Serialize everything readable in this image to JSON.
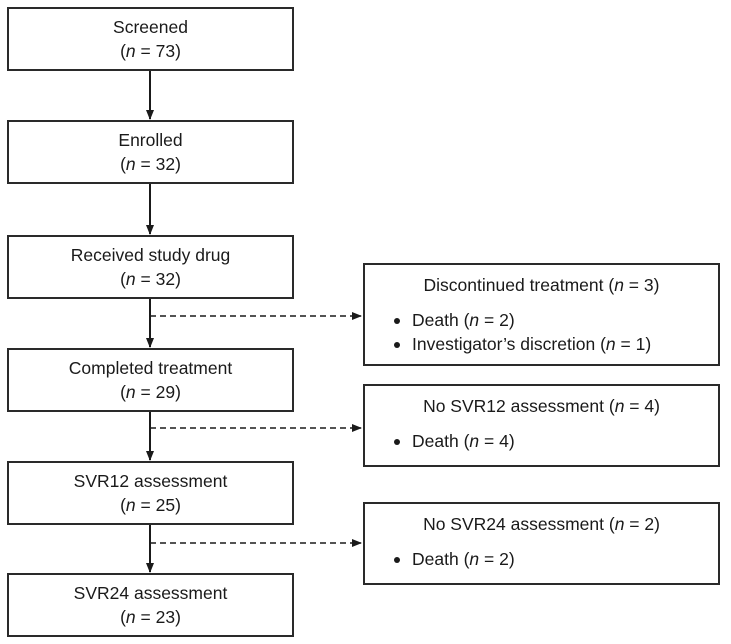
{
  "stages": [
    {
      "label": "Screened",
      "n": "73"
    },
    {
      "label": "Enrolled",
      "n": "32"
    },
    {
      "label": "Received study drug",
      "n": "32"
    },
    {
      "label": "Completed treatment",
      "n": "29"
    },
    {
      "label": "SVR12 assessment",
      "n": "25"
    },
    {
      "label": "SVR24 assessment",
      "n": "23"
    }
  ],
  "exclusions": [
    {
      "title": "Discontinued treatment",
      "n": "3",
      "reasons": [
        {
          "label": "Death",
          "n": "2"
        },
        {
          "label": "Investigator’s discretion",
          "n": "1"
        }
      ]
    },
    {
      "title": "No SVR12 assessment",
      "n": "4",
      "reasons": [
        {
          "label": "Death",
          "n": "4"
        }
      ]
    },
    {
      "title": "No SVR24 assessment",
      "n": "2",
      "reasons": [
        {
          "label": "Death",
          "n": "2"
        }
      ]
    }
  ],
  "n_symbol": "n",
  "equals": " = "
}
